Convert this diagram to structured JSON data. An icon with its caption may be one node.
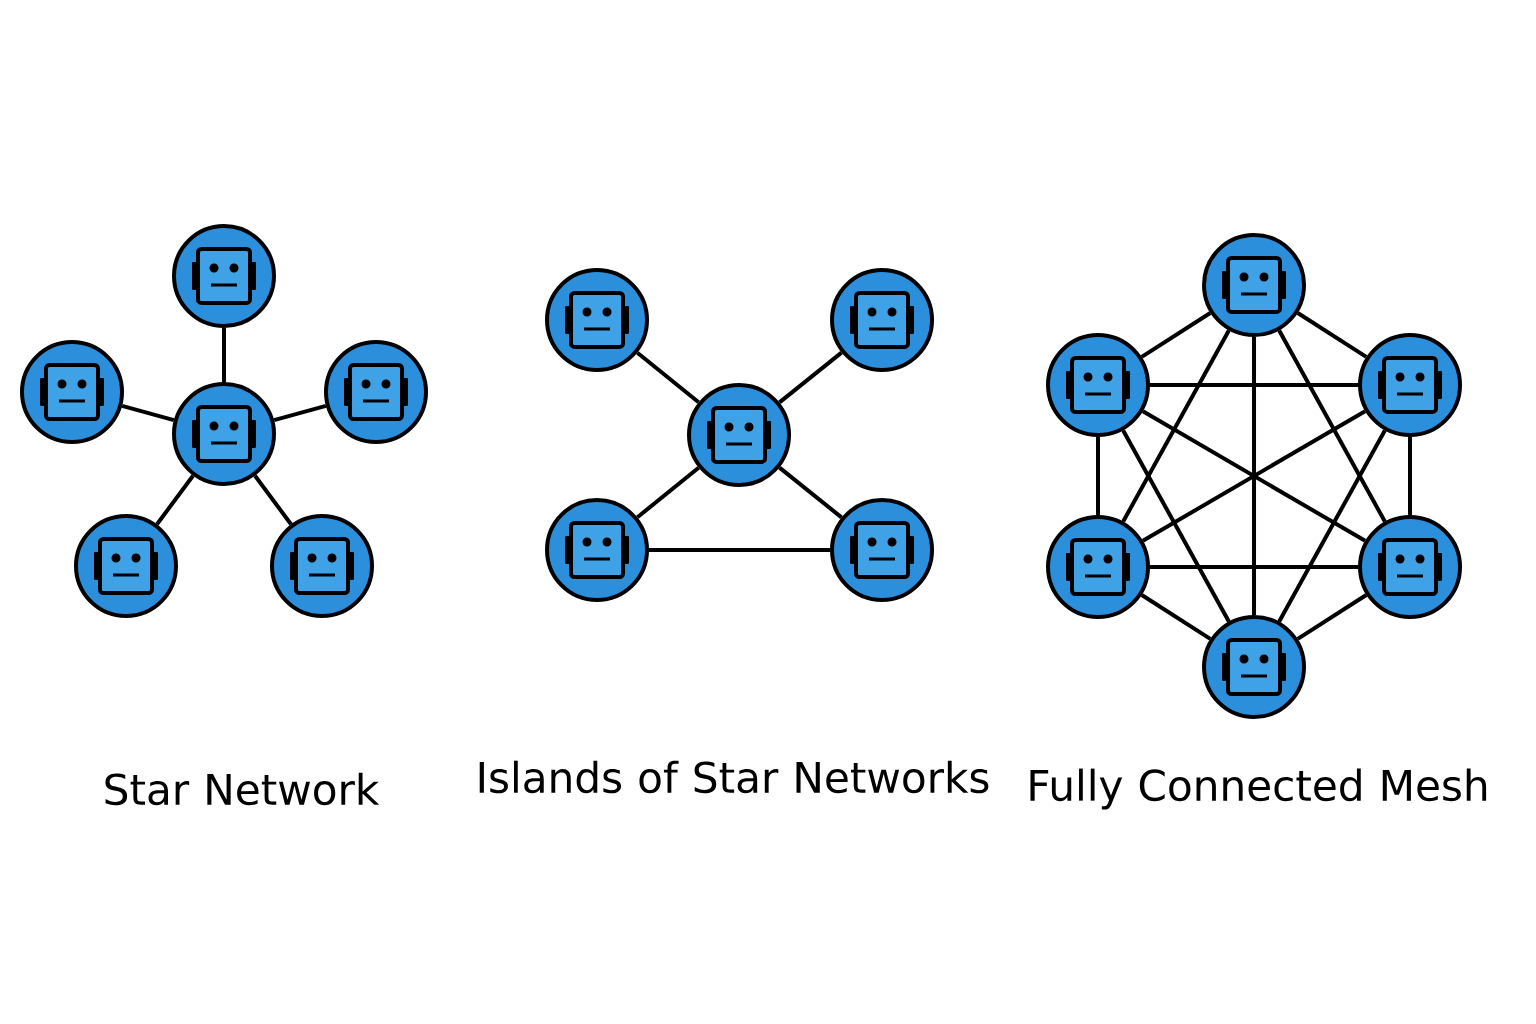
{
  "diagram": {
    "nodes": [
      {
        "text": [],
        "shape": "circle"
      },
      {
        "text": [],
        "shape": "circle"
      },
      {
        "text": [],
        "shape": "circle"
      },
      {
        "text": [],
        "shape": "circle"
      },
      {
        "text": [],
        "shape": "circle"
      },
      {
        "text": [],
        "shape": "circle"
      },
      {
        "text": [],
        "shape": "circle"
      },
      {
        "text": [],
        "shape": "circle"
      },
      {
        "text": [],
        "shape": "circle"
      },
      {
        "text": [],
        "shape": "circle"
      },
      {
        "text": [],
        "shape": "circle"
      },
      {
        "text": [],
        "shape": "circle"
      },
      {
        "text": [],
        "shape": "circle"
      },
      {
        "text": [],
        "shape": "circle"
      },
      {
        "text": [],
        "shape": "circle"
      },
      {
        "text": [],
        "shape": "circle"
      },
      {
        "text": [],
        "shape": "circle"
      }
    ],
    "edges": [
      {
        "from": 3,
        "to": 0,
        "arrow": "none"
      },
      {
        "from": 3,
        "to": 1,
        "arrow": "none"
      },
      {
        "from": 3,
        "to": 2,
        "arrow": "none"
      },
      {
        "from": 3,
        "to": 4,
        "arrow": "none"
      },
      {
        "from": 3,
        "to": 5,
        "arrow": "none"
      },
      {
        "from": 6,
        "to": 8,
        "arrow": "none"
      },
      {
        "from": 7,
        "to": 8,
        "arrow": "none"
      },
      {
        "from": 8,
        "to": 9,
        "arrow": "none"
      },
      {
        "from": 8,
        "to": 10,
        "arrow": "none"
      },
      {
        "from": 9,
        "to": 10,
        "arrow": "none"
      },
      {
        "from": 11,
        "to": 12,
        "arrow": "none"
      },
      {
        "from": 11,
        "to": 13,
        "arrow": "none"
      },
      {
        "from": 11,
        "to": 14,
        "arrow": "none"
      },
      {
        "from": 11,
        "to": 15,
        "arrow": "none"
      },
      {
        "from": 11,
        "to": 16,
        "arrow": "none"
      },
      {
        "from": 12,
        "to": 13,
        "arrow": "none"
      },
      {
        "from": 12,
        "to": 14,
        "arrow": "none"
      },
      {
        "from": 12,
        "to": 15,
        "arrow": "none"
      },
      {
        "from": 12,
        "to": 16,
        "arrow": "none"
      },
      {
        "from": 13,
        "to": 14,
        "arrow": "none"
      },
      {
        "from": 13,
        "to": 15,
        "arrow": "none"
      },
      {
        "from": 13,
        "to": 16,
        "arrow": "none"
      },
      {
        "from": 14,
        "to": 15,
        "arrow": "none"
      },
      {
        "from": 14,
        "to": 16,
        "arrow": "none"
      },
      {
        "from": 15,
        "to": 16,
        "arrow": "none"
      }
    ],
    "labels": [
      "Star Network",
      "Islands of Star Networks",
      "Fully Connected Mesh"
    ]
  }
}
